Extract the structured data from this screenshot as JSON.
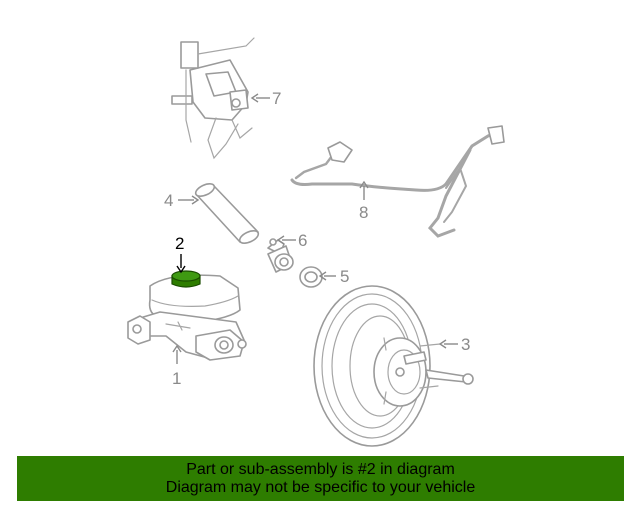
{
  "callouts": {
    "c1": "1",
    "c2": "2",
    "c3": "3",
    "c4": "4",
    "c5": "5",
    "c6": "6",
    "c7": "7",
    "c8": "8"
  },
  "highlighted_part": "2",
  "colors": {
    "highlight": "#2e7d00",
    "banner": "#2e7d00",
    "line": "#9a9a9a"
  },
  "banner": {
    "line1": "Part or sub-assembly is #2 in diagram",
    "line2": "Diagram may not be specific to your vehicle"
  }
}
